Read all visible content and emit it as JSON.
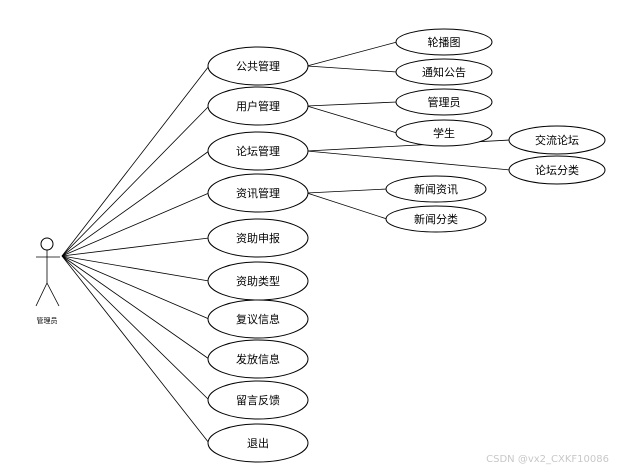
{
  "actor": {
    "label": "管理员"
  },
  "use_cases": [
    {
      "id": "public",
      "label": "公共管理",
      "children": [
        {
          "id": "carousel",
          "label": "轮播图"
        },
        {
          "id": "notice",
          "label": "通知公告"
        }
      ]
    },
    {
      "id": "user",
      "label": "用户管理",
      "children": [
        {
          "id": "admin",
          "label": "管理员"
        },
        {
          "id": "student",
          "label": "学生"
        }
      ]
    },
    {
      "id": "forum",
      "label": "论坛管理",
      "children": [
        {
          "id": "forum-talk",
          "label": "交流论坛"
        },
        {
          "id": "forum-cat",
          "label": "论坛分类"
        }
      ]
    },
    {
      "id": "news",
      "label": "资讯管理",
      "children": [
        {
          "id": "news-info",
          "label": "新闻资讯"
        },
        {
          "id": "news-cat",
          "label": "新闻分类"
        }
      ]
    },
    {
      "id": "aid-apply",
      "label": "资助申报",
      "children": []
    },
    {
      "id": "aid-type",
      "label": "资助类型",
      "children": []
    },
    {
      "id": "review",
      "label": "复议信息",
      "children": []
    },
    {
      "id": "issue",
      "label": "发放信息",
      "children": []
    },
    {
      "id": "feedback",
      "label": "留言反馈",
      "children": []
    },
    {
      "id": "logout",
      "label": "退出",
      "children": []
    }
  ],
  "watermark": "CSDN @vx2_CXKF10086"
}
